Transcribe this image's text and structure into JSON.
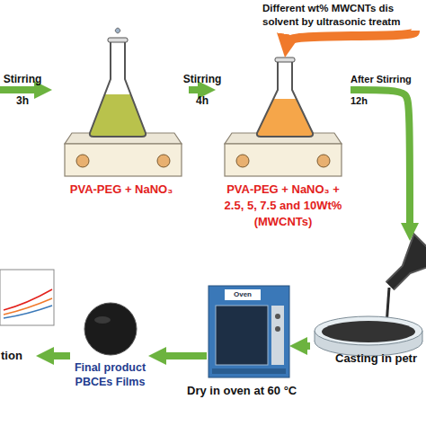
{
  "diagram": {
    "nodes": [
      {
        "text": [
          "PVA-PEG + NaNO₃"
        ]
      },
      {
        "text": [
          "PVA-PEG + NaNO₃ + 2.5, 5, 7.5 and 10Wt% (MWCNTs)"
        ]
      },
      {
        "text": [
          "Different wt% MWCNTs dis solvent by ultrasonic treatm"
        ]
      },
      {
        "text": [
          "Casting in petr"
        ]
      },
      {
        "text": [
          "Dry in oven at 60 °C"
        ]
      },
      {
        "text": [
          "Final product PBCEs Films"
        ]
      }
    ],
    "edges": [
      {
        "from": 0,
        "to": 1,
        "label": "Stirring 4h",
        "arrow": "to"
      },
      {
        "from": 2,
        "to": 1,
        "arrow": "to"
      },
      {
        "from": 1,
        "to": 3,
        "label": "After Stirring 12h",
        "arrow": "to"
      },
      {
        "from": 3,
        "to": 4,
        "arrow": "to"
      },
      {
        "from": 4,
        "to": 5,
        "arrow": "to"
      }
    ],
    "labels": [
      "Stirring 3h",
      "Oven",
      "tion"
    ]
  }
}
